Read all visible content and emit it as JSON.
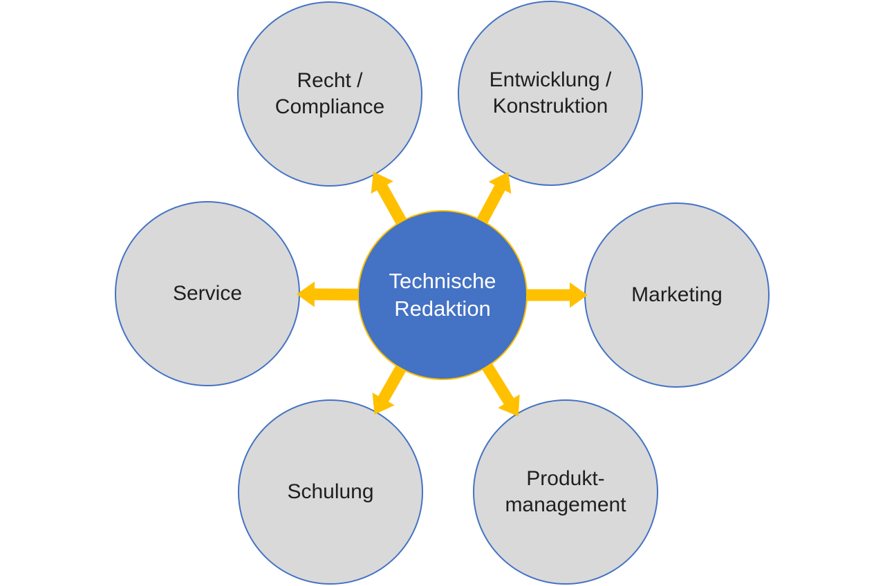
{
  "diagram": {
    "hub": {
      "id": "technische-redaktion",
      "label": "Technische\nRedaktion"
    },
    "nodes": [
      {
        "id": "recht-compliance",
        "label": "Recht /\nCompliance"
      },
      {
        "id": "entwicklung-konstruktion",
        "label": "Entwicklung /\nKonstruktion"
      },
      {
        "id": "service",
        "label": "Service"
      },
      {
        "id": "marketing",
        "label": "Marketing"
      },
      {
        "id": "schulung",
        "label": "Schulung"
      },
      {
        "id": "produkt-management",
        "label": "Produkt-\nmanagement"
      }
    ],
    "colors": {
      "background": "#FFFFFF",
      "hub_fill": "#4472C4",
      "hub_border": "#FFC000",
      "hub_text": "#FFFFFF",
      "node_fill": "#D9D9D9",
      "node_border": "#4472C4",
      "node_text": "#1F1F1F",
      "arrow": "#FFC000"
    }
  }
}
